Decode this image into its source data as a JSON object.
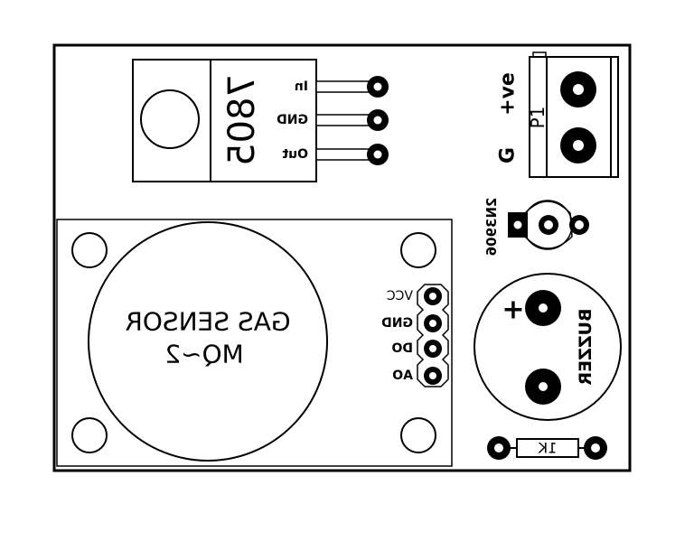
{
  "regulator": {
    "part": "7805",
    "pins": [
      "In",
      "GND",
      "Out"
    ]
  },
  "power_connector": {
    "positive": "+ve",
    "ground": "G",
    "ref": "P1"
  },
  "transistor": {
    "part": "2N3906"
  },
  "gas_sensor": {
    "title": "GAS SENSOR",
    "model": "MQ~2",
    "pins": [
      "VCC",
      "GND",
      "DO",
      "AO"
    ]
  },
  "buzzer": {
    "label": "BUZZER",
    "polarity": "+"
  },
  "resistor": {
    "value": "1K"
  }
}
